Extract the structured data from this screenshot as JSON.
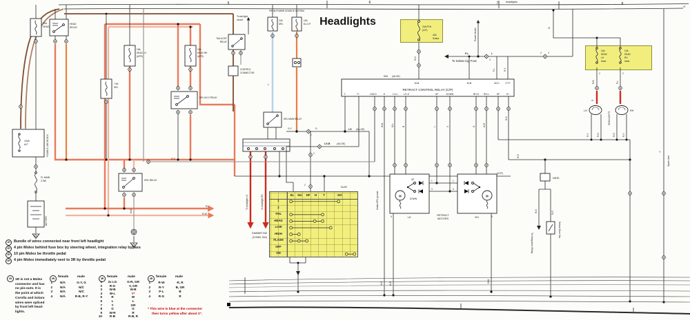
{
  "title": "Headlights",
  "bus": {
    "n5": "5",
    "n6": "6",
    "n7": "7",
    "n8": "8",
    "a": "A",
    "tag": "headlights"
  },
  "comp": {
    "fuse_main_1": "30A",
    "fuse_main_2": "HEAD",
    "head_relay_1": "HEAD",
    "head_relay_2": "RELAY",
    "fusible_block": "FUSIBLE LINK BLOCK",
    "alt_1": "100A",
    "alt_2": "ALT",
    "fl_main_1": "FL MAIN",
    "fl_main_2": "2.0W",
    "battery": "BATTERY",
    "f15lh_1": "15A",
    "f15lh_2": "HEAD LH",
    "f15lh_3": "(UPR)",
    "f15rh_1": "15A",
    "f15rh_2": "HEAD RH",
    "f15rh_3": "(UPR)",
    "sub_fuse_1": "7.5A",
    "sub_fuse_2": "DRL",
    "relay2": "DRL NO.2 RELAY",
    "drl_relay": "DRL RELAY",
    "tail_relay_1": "TAILLIGHT",
    "tail_relay_2": "RELAY",
    "ctrl_conn_1": "CONTROL",
    "ctrl_conn_2": "CONNECTOR",
    "from_power": "FROM POWER SOURCE SYSTEM",
    "to_tail_1": "To tail light",
    "to_tail_2": "circuit",
    "f_a_1": "10A",
    "f_a_2": "DRL",
    "f_b_1": "15A",
    "f_b_2": "B-U LP",
    "main_relay": "DRL MAIN RELAY",
    "rtn_1": "20A RTN",
    "rtn_2": "(C/P)",
    "rtn_3": "40A",
    "rtn_4": "Solara",
    "power_outlet": "Power Outlet",
    "to_cig": "To Solara Cig. Fuse",
    "f10lh_1": "10A",
    "f10lh_2": "HEAD",
    "f10lh_3": "LH",
    "f10lh_4": "lower",
    "f10rh_1": "10A",
    "f10rh_2": "HEAD",
    "f10rh_3": "RH",
    "f10rh_4": "lower",
    "headlights_v": "HEADLIGHTS",
    "lh": "LH",
    "rh": "RH",
    "retract_1": "RETRACT",
    "retract_2": "MOTORS",
    "up": "UP",
    "down": "DOWN",
    "m": "M",
    "dimmer_1": "DIMMER SW",
    "dimmer_2": "(COMB. SW)",
    "conn": "conn.",
    "door_sw": "Solara Door Sw.",
    "to_integ": "To Integration Relay",
    "spare": "Spare wire",
    "drl_gnd": "Solara DRL ground",
    "to_hl_lh": "To headlight LH",
    "to_hl_rh": "To headlight RH"
  },
  "relay": {
    "title": "RETRACT CONTROL RELAY (C/P)",
    "t0": "M-B",
    "t1": "M-B",
    "t2": "ACC",
    "t3": "CTY",
    "b0": "T-",
    "b1": "T+",
    "b2": "HOLD",
    "b3": "E",
    "b4": "LH-L",
    "b5": "LH-S",
    "b6": "UP",
    "b7": "DOWN",
    "b8": "RH-S",
    "b9": "RH-L",
    "b10": "HF",
    "b11": "H+",
    "f816": "8/16",
    "age": "(4A-GE)"
  },
  "wire": {
    "rg": "R-G",
    "ry": "R-Y",
    "rb": "R-B",
    "rl": "R-L",
    "rw": "R-W",
    "wb": "W-B",
    "wl": "W-L",
    "wr": "W-R",
    "b": "B",
    "l": "L",
    "v": "V",
    "g": "G",
    "y": "Y",
    "r": "R",
    "lg": "LG",
    "lgb": "LG-B",
    "gy": "G-Y",
    "mb": "M-B",
    "pl": "P-L",
    "age": "(4A-GE)",
    "icp": "(IC/P)"
  },
  "pins": {
    "p1": "1",
    "p2": "2",
    "p3": "3",
    "p4": "4",
    "p5": "5",
    "hu20": "HU/20"
  },
  "dimmer": {
    "cols": [
      "EL",
      "HU",
      "HF",
      "H",
      "T",
      "",
      "HO",
      "",
      ""
    ],
    "rows": [
      "1",
      "2",
      "TAIL",
      "HEAD",
      "LOW",
      "HIGH",
      "FLASH",
      "OFF",
      "ON"
    ],
    "contacts": [
      [
        0,
        6
      ],
      [],
      [
        0,
        4
      ],
      [
        0,
        3,
        4
      ],
      [
        0,
        5
      ],
      [
        0,
        1
      ],
      [
        0,
        1,
        2
      ],
      [],
      [
        7,
        8
      ]
    ]
  },
  "notes": {
    "n1id": "1R",
    "n1": "Bundle of wires connected near front left headlight",
    "n2id": "2R",
    "n2": "4 pin Molex behind fuse box by steering wheel, integration relay bypass",
    "n3id": "3R",
    "n3": "10 pin Molex be throttle pedal",
    "n4id": "4R",
    "n4": "4 pin Molex immediately next to 3R by throttle pedal"
  },
  "tables": {
    "t1": {
      "id": "1R",
      "body": "1R is not a Molex\nconnector and has\nno pin-outs.  It is\nthe point at which\nCorolla and Solara\nwires were spliced\nby front left head-\nlights."
    },
    "t2": {
      "id": "2R",
      "fh": "female",
      "mh": "male",
      "nums": "1\n2\n3\n4",
      "female": "N/A\nN/A\nN/A\nN/A",
      "male": "G-Y, G\nN/C\nN/C\nR-B, R-Y"
    },
    "t3": {
      "id": "3R",
      "fh": "female",
      "mh": "male",
      "nums": "1\n2\n3\n4\n5\n6\n7\n8\n9\n10",
      "female": "2x LG\nR-G\nW-B\nW-L\nR\nL\nY\nG\nW-R\nR-B",
      "male": "G-R, GR\nV, GR\nW-B\n \nW\nL\nGR\nG\nR\nR-B, R",
      "male4": "Y*"
    },
    "t4": {
      "id": "4R",
      "fh": "female",
      "mh": "male",
      "nums": "1\n2\n3\n4",
      "female": "R-W\nR-Y\nP-L\nR-G",
      "male": "R, R\nB, GR\nB\nR"
    },
    "fn1": "*  This wire is blue at the connector",
    "fn2": "then turns yellow after about 3\"."
  }
}
